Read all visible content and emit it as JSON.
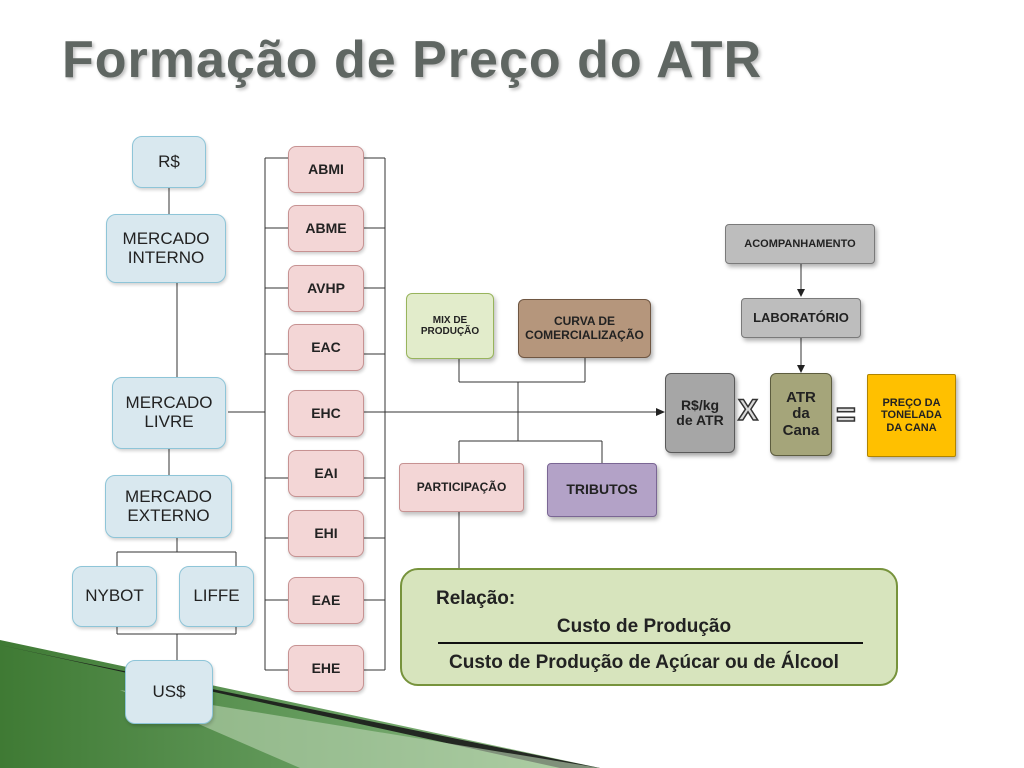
{
  "title": "Formação de Preço do ATR",
  "left_column": {
    "rs": "R$",
    "mercado_interno": "MERCADO INTERNO",
    "mercado_livre": "MERCADO LIVRE",
    "mercado_externo": "MERCADO EXTERNO",
    "nybot": "NYBOT",
    "liffe": "LIFFE",
    "us": "US$"
  },
  "products": [
    "ABMI",
    "ABME",
    "AVHP",
    "EAC",
    "EHC",
    "EAI",
    "EHI",
    "EAE",
    "EHE"
  ],
  "middle": {
    "mix": "MIX DE PRODUÇÃO",
    "curva": "CURVA DE COMERCIALIZAÇÃO",
    "participacao": "PARTICIPAÇÃO",
    "tributos": "TRIBUTOS"
  },
  "right": {
    "acompanhamento": "ACOMPANHAMENTO",
    "laboratorio": "LABORATÓRIO",
    "rs_kg": "R$/kg de ATR",
    "times": "X",
    "atr_cana": "ATR da Cana",
    "equals": "=",
    "preco": "PREÇO DA TONELADA DA CANA"
  },
  "relation": {
    "label": "Relação:",
    "numerator": "Custo de Produção",
    "denominator": "Custo de Produção de Açúcar ou de Álcool"
  },
  "colors": {
    "blue_fill": "#d9e8ef",
    "pink_fill": "#f3d6d6",
    "mix_fill": "#e2eccb",
    "curva_fill": "#b5967c",
    "tributos_fill": "#b3a2c7",
    "atr_fill": "#a5a57a",
    "preco_fill": "#ffc000",
    "relation_fill": "#d7e4bd"
  }
}
